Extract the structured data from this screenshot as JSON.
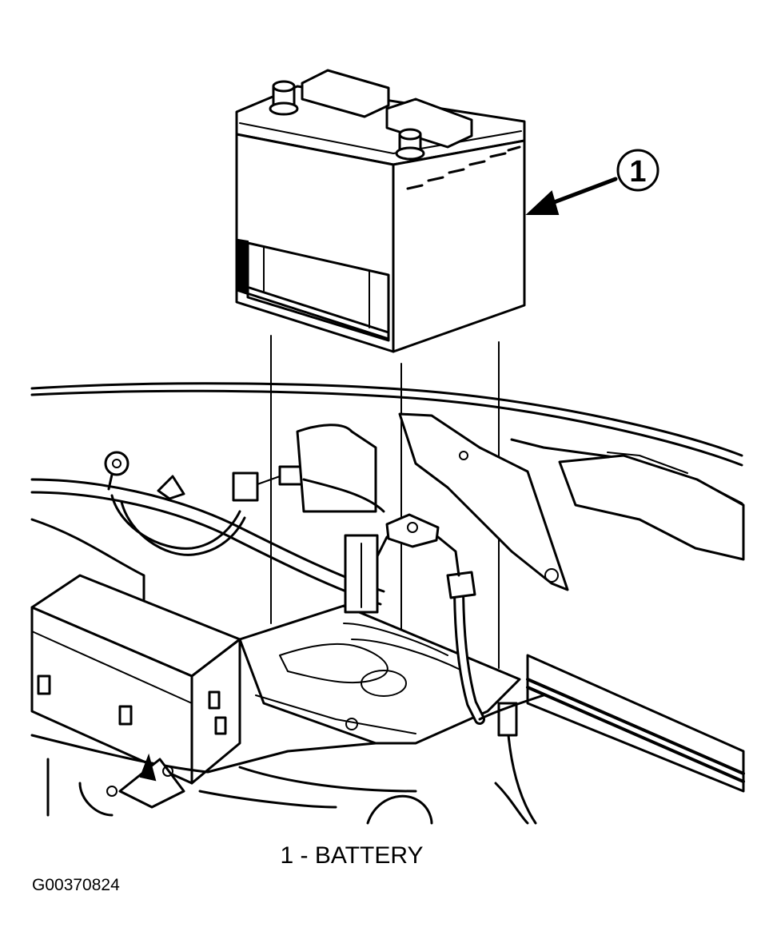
{
  "callout": {
    "number": "1"
  },
  "caption": "1 - BATTERY",
  "figure_id": "G00370824"
}
